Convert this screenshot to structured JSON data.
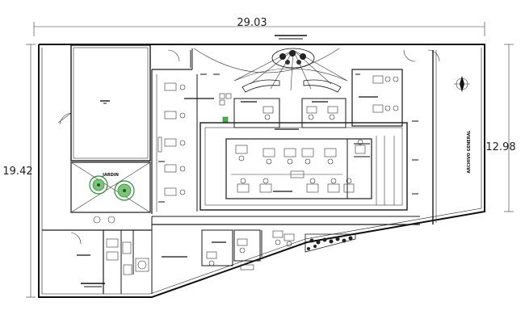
{
  "dimensions": {
    "total_width": "29.03",
    "total_height": "19.42",
    "right_height": "12.98"
  },
  "rooms": {
    "garden": "JARDIN",
    "archive": "ARCHIVO GENERAL"
  },
  "colors": {
    "line": "#1a1a1a",
    "plant": "#2e8b3a",
    "accent_green": "#4caf50"
  }
}
